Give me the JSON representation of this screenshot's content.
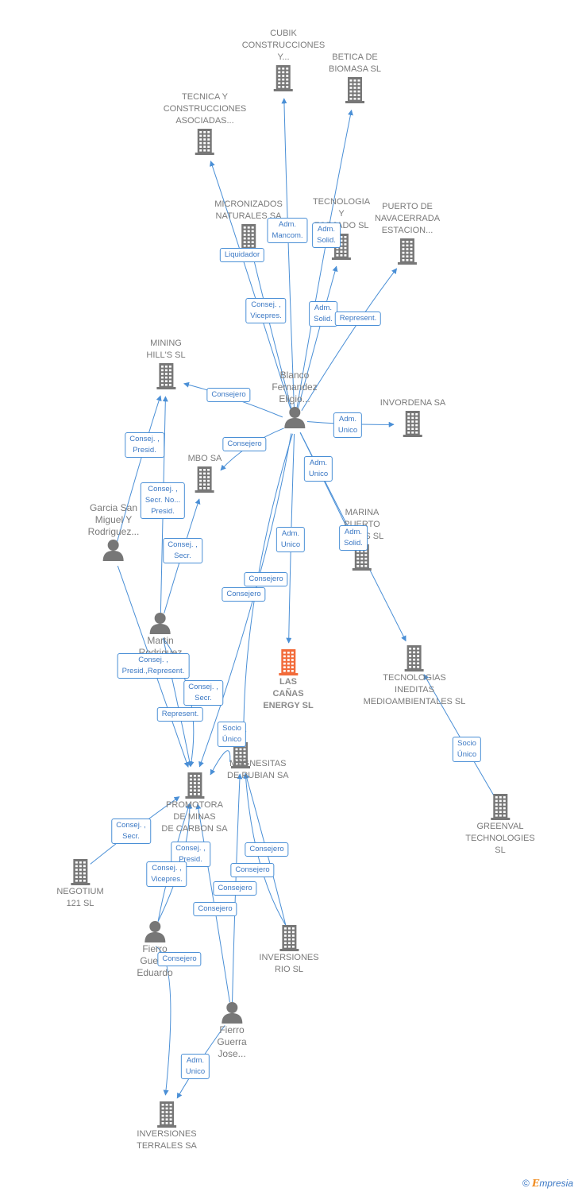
{
  "colors": {
    "edge": "#4a8fd6",
    "building": "#777777",
    "center": "#f26b3a",
    "person": "#777777"
  },
  "nodes": [
    {
      "id": "cubik",
      "label": "CUBIK\nCONSTRUCCIONES\nY...",
      "type": "company"
    },
    {
      "id": "betica",
      "label": "BETICA DE\nBIOMASA SL",
      "type": "company"
    },
    {
      "id": "tecnica",
      "label": "TECNICA Y\nCONSTRUCCIONES\nASOCIADAS...",
      "type": "company"
    },
    {
      "id": "micronizados",
      "label": "MICRONIZADOS\nNATURALES SA",
      "type": "company"
    },
    {
      "id": "tecnologia",
      "label": "TECNOLOGIA\nY\nFORJADO SL",
      "type": "company"
    },
    {
      "id": "puerto",
      "label": "PUERTO DE\nNAVACERRADA\nESTACION...",
      "type": "company"
    },
    {
      "id": "mining",
      "label": "MINING\nHILL'S SL",
      "type": "company"
    },
    {
      "id": "blanco",
      "label": "Blanco\nFernandez\nEligio...",
      "type": "person"
    },
    {
      "id": "invordena",
      "label": "INVORDENA SA",
      "type": "company"
    },
    {
      "id": "mbo",
      "label": "MBO SA",
      "type": "company"
    },
    {
      "id": "garcia",
      "label": "Garcia San\nMiguel Y\nRodriguez...",
      "type": "person"
    },
    {
      "id": "marina",
      "label": "MARINA\nPUERTO\nBANUS SL",
      "type": "company"
    },
    {
      "id": "martin",
      "label": "Martin\nRodriguez\nJose...",
      "type": "person"
    },
    {
      "id": "lascanas",
      "label": "LAS\nCAÑAS\nENERGY SL",
      "type": "center"
    },
    {
      "id": "tecnologias",
      "label": "TECNOLOGIAS\nINEDITAS\nMEDIOAMBIENTALES SL",
      "type": "company"
    },
    {
      "id": "greenval",
      "label": "GREENVAL\nTECHNOLOGIES\nSL",
      "type": "company"
    },
    {
      "id": "magnesitas",
      "label": "MAGNESITAS\nDE RUBIAN SA",
      "type": "company"
    },
    {
      "id": "promotora",
      "label": "PROMOTORA\nDE MINAS\nDE CARBON SA",
      "type": "company"
    },
    {
      "id": "negotium",
      "label": "NEGOTIUM\n121 SL",
      "type": "company"
    },
    {
      "id": "fierroEd",
      "label": "Fierro\nGuerra\nEduardo",
      "type": "person"
    },
    {
      "id": "inversionesRio",
      "label": "INVERSIONES\nRIO SL",
      "type": "company"
    },
    {
      "id": "fierroJose",
      "label": "Fierro\nGuerra\nJose...",
      "type": "person"
    },
    {
      "id": "terrales",
      "label": "INVERSIONES\nTERRALES SA",
      "type": "company"
    }
  ],
  "edges": [
    {
      "from": "blanco",
      "to": "cubik",
      "label": "Adm.\nMancom."
    },
    {
      "from": "blanco",
      "to": "betica",
      "label": "Adm.\nSolid."
    },
    {
      "from": "blanco",
      "to": "tecnica",
      "label": "Liquidador"
    },
    {
      "from": "blanco",
      "to": "micronizados",
      "label": "Consej. ,\nVicepres."
    },
    {
      "from": "blanco",
      "to": "tecnologia",
      "label": "Adm.\nSolid."
    },
    {
      "from": "blanco",
      "to": "puerto",
      "label": "Represent."
    },
    {
      "from": "blanco",
      "to": "mining",
      "label": "Consejero"
    },
    {
      "from": "blanco",
      "to": "invordena",
      "label": "Adm.\nUnico"
    },
    {
      "from": "blanco",
      "to": "mbo",
      "label": "Consejero"
    },
    {
      "from": "blanco",
      "to": "marina",
      "label": "Adm.\nUnico"
    },
    {
      "from": "blanco",
      "to": "tecnologias",
      "label": "Adm.\nSolid."
    },
    {
      "from": "blanco",
      "to": "lascanas",
      "label": "Adm.\nUnico"
    },
    {
      "from": "blanco",
      "to": "magnesitas",
      "label": "Consejero"
    },
    {
      "from": "blanco",
      "to": "promotora",
      "label": "Consejero"
    },
    {
      "from": "garcia",
      "to": "mining",
      "label": "Consej. ,\nPresid."
    },
    {
      "from": "garcia",
      "to": "promotora",
      "label": "Consej. ,\nPresid.,Represent."
    },
    {
      "from": "martin",
      "to": "mining",
      "label": "Consej. ,\nSecr. No...\nPresid."
    },
    {
      "from": "martin",
      "to": "mbo",
      "label": "Consej. ,\nSecr."
    },
    {
      "from": "martin",
      "to": "promotora",
      "label": "Consej. ,\nSecr."
    },
    {
      "from": "martin",
      "to": "promotora",
      "label": "Represent."
    },
    {
      "from": "magnesitas",
      "to": "promotora",
      "label": "Socio\nÚnico"
    },
    {
      "from": "greenval",
      "to": "tecnologias",
      "label": "Socio\nÚnico"
    },
    {
      "from": "negotium",
      "to": "promotora",
      "label": "Consej. ,\nSecr."
    },
    {
      "from": "fierroEd",
      "to": "promotora",
      "label": "Consej. ,\nPresid."
    },
    {
      "from": "fierroEd",
      "to": "promotora",
      "label": "Consej. ,\nVicepres."
    },
    {
      "from": "inversionesRio",
      "to": "magnesitas",
      "label": "Consejero"
    },
    {
      "from": "inversionesRio",
      "to": "magnesitas",
      "label": "Consejero"
    },
    {
      "from": "fierroJose",
      "to": "magnesitas",
      "label": "Consejero"
    },
    {
      "from": "fierroJose",
      "to": "promotora",
      "label": "Consejero"
    },
    {
      "from": "fierroEd",
      "to": "terrales",
      "label": "Consejero"
    },
    {
      "from": "fierroJose",
      "to": "terrales",
      "label": "Adm.\nUnico"
    }
  ],
  "brand": {
    "symbol": "©",
    "e": "E",
    "rest": "mpresia"
  }
}
